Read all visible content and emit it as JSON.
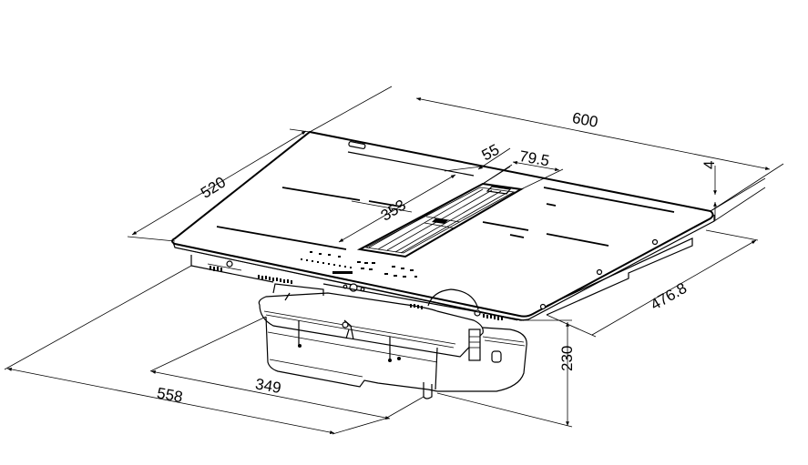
{
  "drawing": {
    "subject": "Induction hob with integrated downdraft extractor — dimensioned isometric view",
    "units": "mm",
    "colors": {
      "line": "#000000",
      "background": "#ffffff"
    }
  },
  "dimensions": {
    "width": {
      "label": "600",
      "value": 600
    },
    "depth": {
      "label": "520",
      "value": 520
    },
    "vent_width": {
      "label": "79.5",
      "value": 79.5
    },
    "vent_offset": {
      "label": "55",
      "value": 55
    },
    "vent_length": {
      "label": "353",
      "value": 353
    },
    "glass_thickness": {
      "label": "4",
      "value": 4
    },
    "cutout_depth": {
      "label": "476.8",
      "value": 476.8
    },
    "total_height": {
      "label": "230",
      "value": 230
    },
    "body_width": {
      "label": "349",
      "value": 349
    },
    "overall_depth": {
      "label": "558",
      "value": 558
    }
  }
}
